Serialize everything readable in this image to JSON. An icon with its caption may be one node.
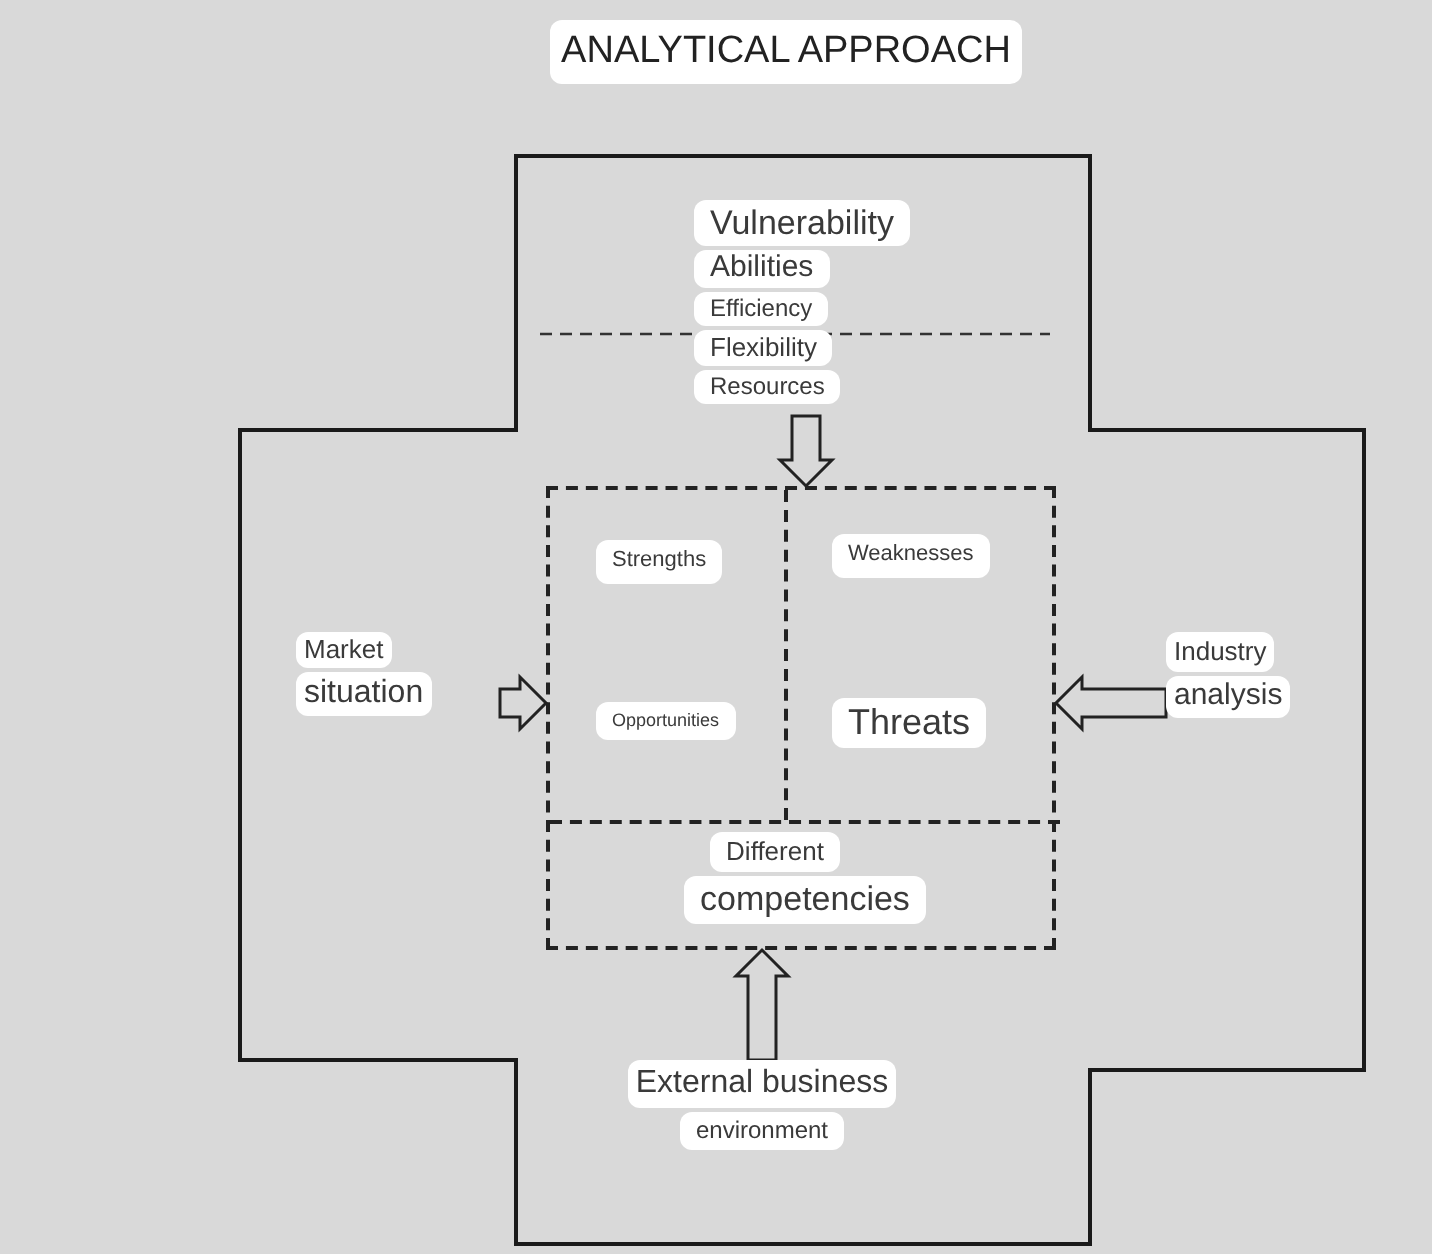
{
  "diagram": {
    "title": "ANALYTICAL APPROACH",
    "nodes": [
      {
        "text": [
          "Vulnerability",
          "Abilities",
          "Efficiency",
          "Flexibility",
          "Resources"
        ]
      },
      {
        "text": [],
        "shape": "box"
      },
      {
        "text": [
          "Strengths"
        ],
        "in": 1
      },
      {
        "text": [
          "Weaknesses"
        ],
        "in": 1
      },
      {
        "text": [
          "Opportunities"
        ],
        "in": 1
      },
      {
        "text": [
          "Threats"
        ],
        "in": 1
      },
      {
        "text": [
          "Different",
          "competencies"
        ],
        "in": 1
      },
      {
        "text": [
          "Market",
          "situation"
        ]
      },
      {
        "text": [
          "Industry",
          "analysis"
        ]
      },
      {
        "text": [
          "External business",
          "environment"
        ]
      }
    ],
    "edges": [
      {
        "from": 0,
        "to": 1,
        "arrow": "to"
      },
      {
        "from": 7,
        "to": 1,
        "arrow": "to"
      },
      {
        "from": 8,
        "to": 1,
        "arrow": "to"
      },
      {
        "from": 9,
        "to": 1,
        "arrow": "to"
      }
    ]
  }
}
